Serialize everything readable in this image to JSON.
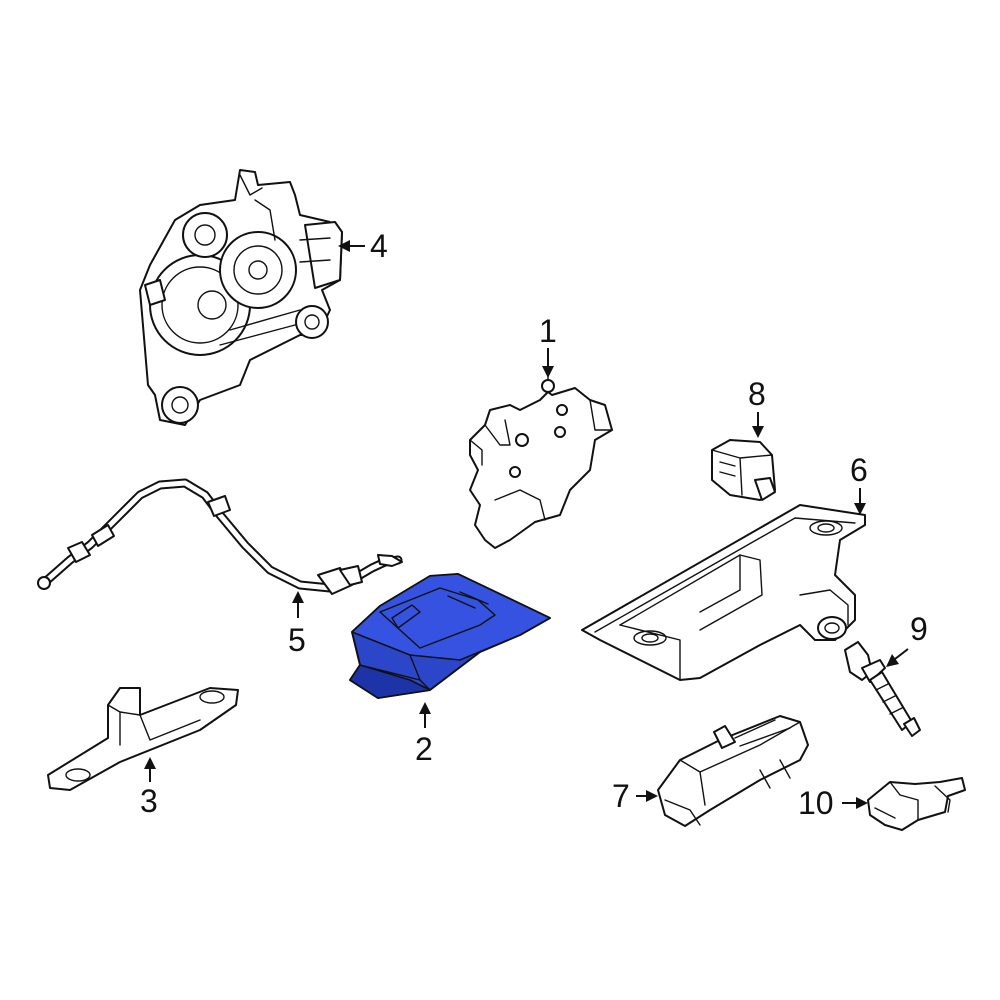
{
  "diagram": {
    "highlight_color": "#2b46c9",
    "line_color": "#111111",
    "callouts": [
      {
        "label": "1",
        "part": "latch-bracket"
      },
      {
        "label": "2",
        "part": "handle-switch",
        "highlighted": true
      },
      {
        "label": "3",
        "part": "mounting-bracket"
      },
      {
        "label": "4",
        "part": "lock-actuator"
      },
      {
        "label": "5",
        "part": "release-cable"
      },
      {
        "label": "6",
        "part": "handle-housing"
      },
      {
        "label": "7",
        "part": "license-lamp"
      },
      {
        "label": "8",
        "part": "connector"
      },
      {
        "label": "9",
        "part": "bolt"
      },
      {
        "label": "10",
        "part": "clip"
      }
    ]
  }
}
